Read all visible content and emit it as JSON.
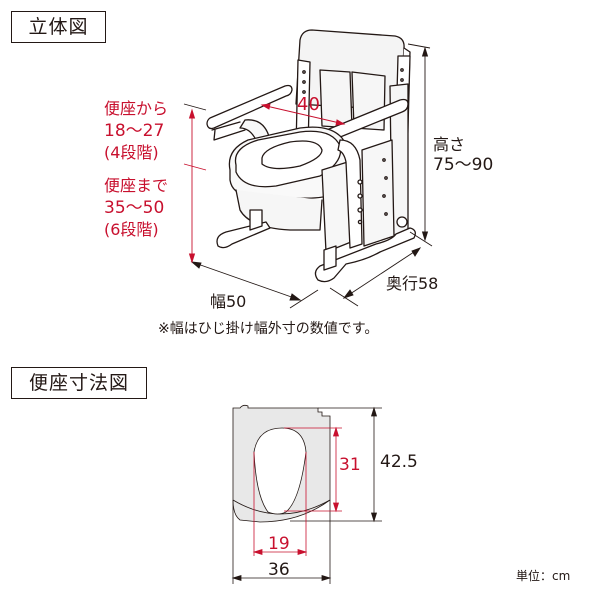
{
  "sections": {
    "perspective_title": "立体図",
    "seat_title": "便座寸法図"
  },
  "chair_dimensions": {
    "armrest_from_seat": {
      "line1": "便座から",
      "line2": "18〜27",
      "line3": "(4段階)"
    },
    "seat_height": {
      "line1": "便座まで",
      "line2": "35〜50",
      "line3": "(6段階)"
    },
    "inner_width": "40",
    "height": {
      "line1": "高さ",
      "line2": "75〜90"
    },
    "width": "幅50",
    "depth": "奥行58",
    "note": "※幅はひじ掛け幅外寸の数値です。"
  },
  "seat_dimensions": {
    "opening_length": "31",
    "opening_width": "19",
    "seat_length": "42.5",
    "seat_width": "36"
  },
  "unit": "単位：cm",
  "colors": {
    "accent_red": "#c8102e",
    "line_dark": "#231815",
    "fill_gray": "#e8e8e8"
  }
}
